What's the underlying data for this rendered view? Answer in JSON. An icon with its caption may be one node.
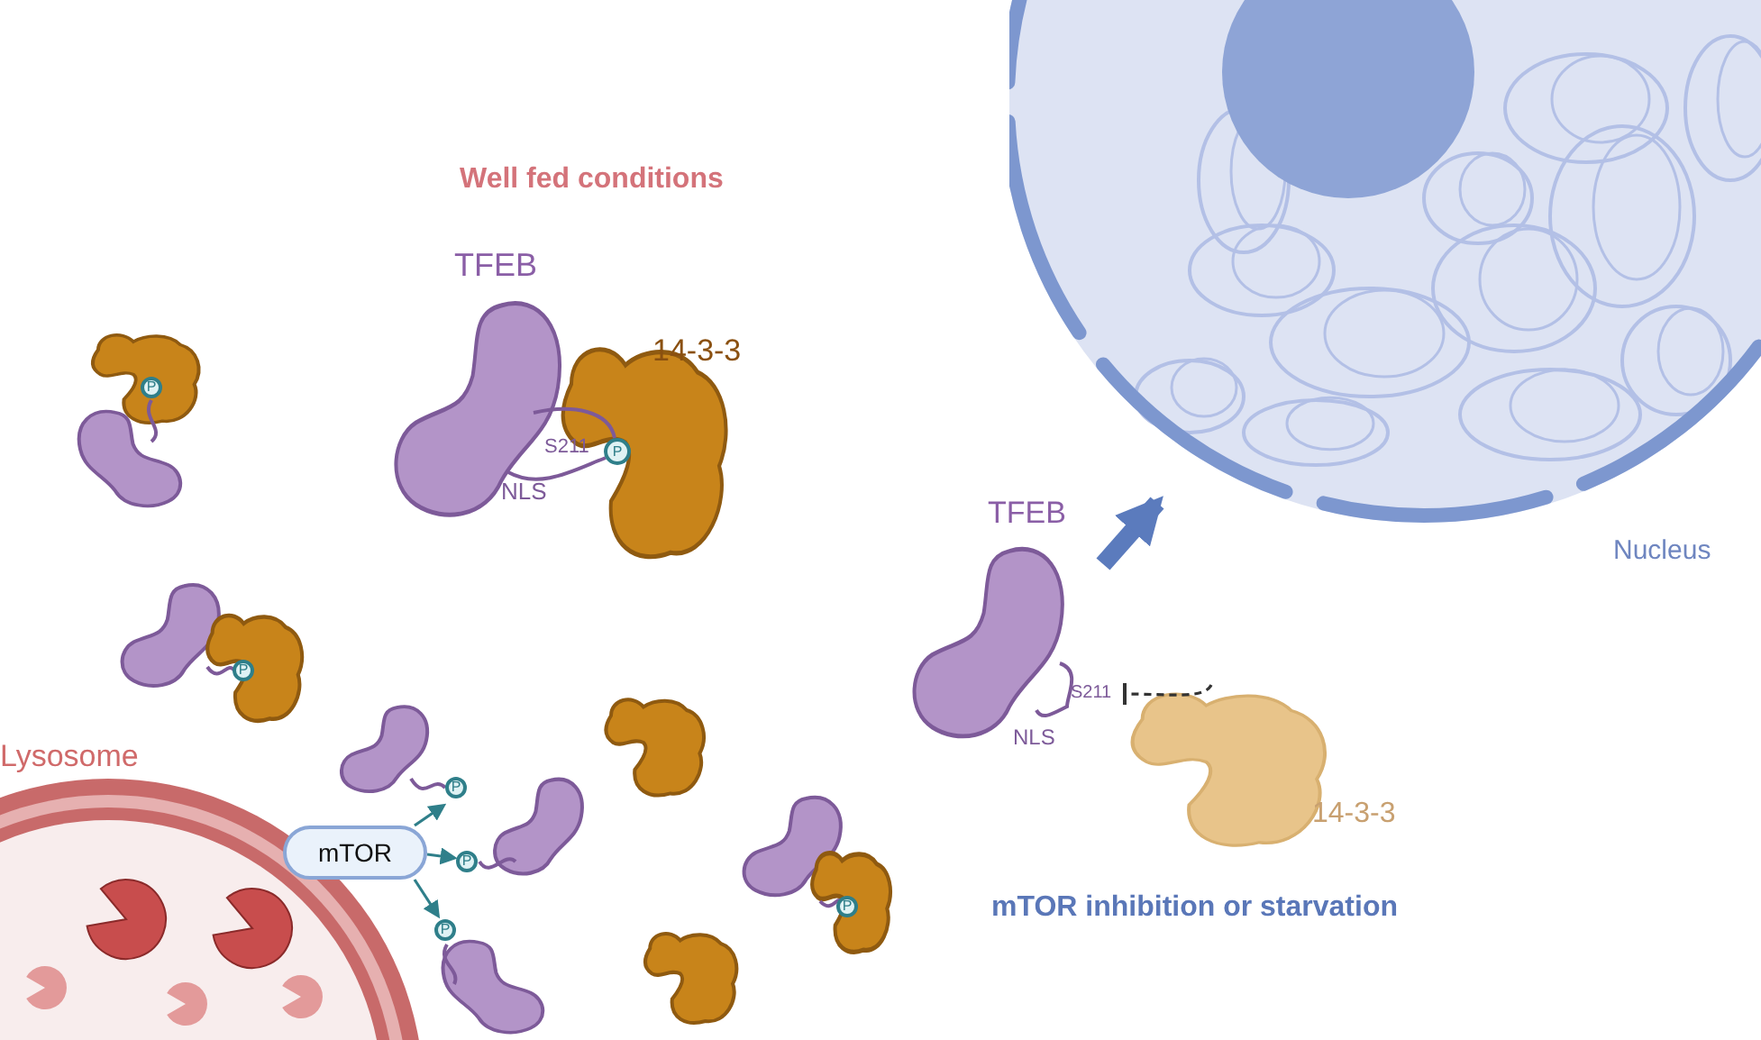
{
  "diagram": {
    "nodes": [
      {
        "text": [
          "Lysosome"
        ]
      },
      {
        "text": [
          "mTOR"
        ]
      },
      {
        "text": [],
        "shape": "picture"
      },
      {
        "text": [],
        "shape": "picture"
      },
      {
        "text": [],
        "shape": "picture"
      },
      {
        "text": [
          "Nucleus"
        ]
      },
      {
        "text": [
          "TFEB",
          "S211",
          "NLS"
        ]
      },
      {
        "text": [
          "14-3-3"
        ]
      }
    ],
    "edges": [
      {
        "from": 1,
        "to": 2,
        "arrow": "to"
      },
      {
        "from": 1,
        "to": 3,
        "arrow": "to"
      },
      {
        "from": 1,
        "to": 4,
        "arrow": "to"
      },
      {
        "from": 6,
        "to": 5,
        "arrow": "to",
        "style": "thick",
        "color": "#5b7bbd"
      },
      {
        "from": 7,
        "to": 6,
        "arrow": "other",
        "style": "dashed",
        "color": "#333333"
      }
    ],
    "labels": [
      "Well fed conditions",
      "TFEB",
      "14-3-3",
      "S211",
      "P",
      "NLS",
      "P",
      "P",
      "P",
      "P",
      "P",
      "P",
      "mTOR inhibition or starvation"
    ]
  }
}
